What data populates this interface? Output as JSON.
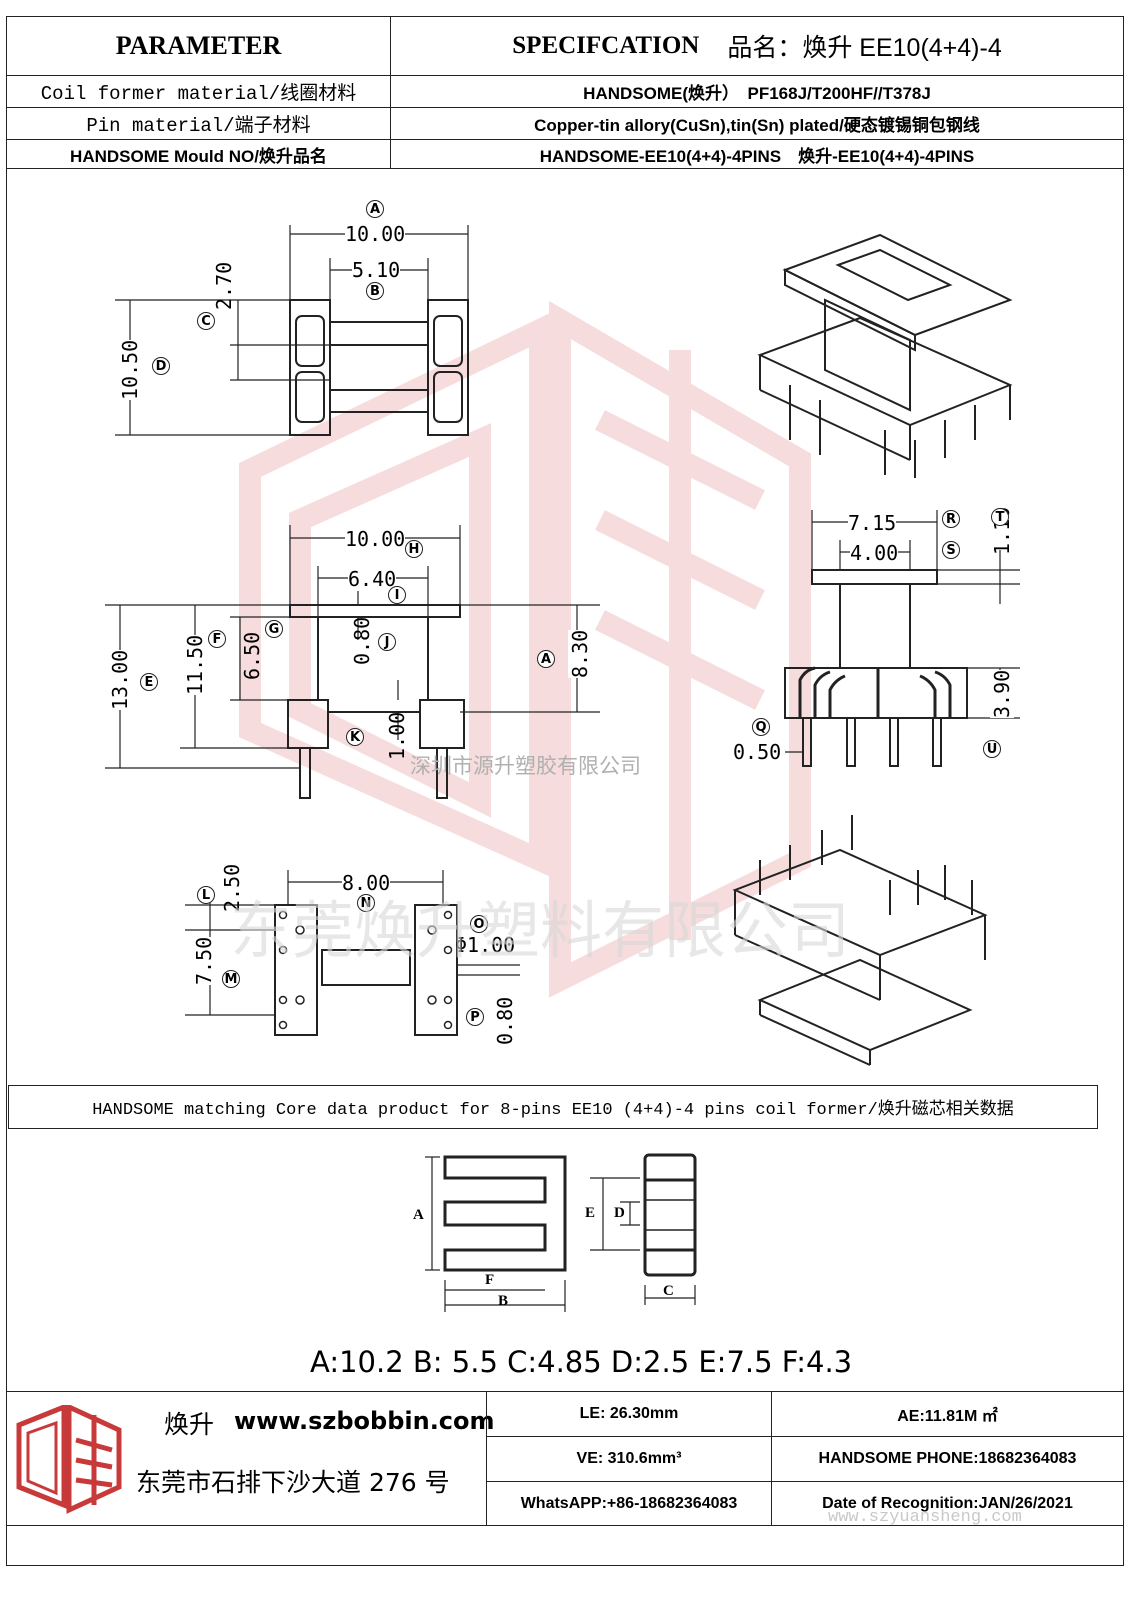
{
  "header": {
    "parameter": "PARAMETER",
    "specification": "SPECIFCATION",
    "product_name_label": "品名：",
    "product_name": "焕升 EE10(4+4)-4"
  },
  "rows": [
    {
      "label": "Coil former material/线圈材料",
      "value": "HANDSOME(焕升）　PF168J/T200HF//T378J"
    },
    {
      "label": "Pin material/端子材料",
      "value": "Copper-tin allory(CuSn),tin(Sn) plated/硬态镀锡铜包钢线"
    },
    {
      "label": "HANDSOME Mould NO/焕升品名",
      "value": "HANDSOME-EE10(4+4)-4PINS　焕升-EE10(4+4)-4PINS"
    }
  ],
  "drawing": {
    "top_view": {
      "A": "10.00",
      "B": "5.10",
      "C": "2.70",
      "D": "10.50"
    },
    "side_view": {
      "H": "10.00",
      "I": "6.40",
      "E": "13.00",
      "F": "11.50",
      "G": "6.50",
      "J": "0.80",
      "A": "8.30",
      "K": "1.00"
    },
    "end_view": {
      "R": "7.15",
      "S": "4.00",
      "T": "1.10",
      "U": "3.90",
      "Q": "0.50"
    },
    "bottom_view": {
      "N": "8.00",
      "L": "2.50",
      "M": "7.50",
      "O": "1.00",
      "P": "0.80",
      "O_prefix": "Φ"
    },
    "letters": [
      "A",
      "B",
      "C",
      "D",
      "E",
      "F",
      "G",
      "H",
      "I",
      "J",
      "K",
      "L",
      "M",
      "N",
      "O",
      "P",
      "Q",
      "R",
      "S",
      "T",
      "U"
    ]
  },
  "watermark": {
    "company_small": "深圳市源升塑胶有限公司",
    "company_large": "东莞焕升塑料有限公司",
    "site": "www.szyuansheng.com"
  },
  "core_section": {
    "title": "HANDSOME matching Core data  product for 8-pins EE10 (4+4)-4 pins coil former/焕升磁芯相关数据",
    "labels": [
      "A",
      "B",
      "C",
      "D",
      "E",
      "F"
    ],
    "dimensions": "A:10.2 B: 5.5 C:4.85 D:2.5 E:7.5 F:4.3"
  },
  "footer": {
    "brand": "焕升",
    "website": "www.szbobbin.com",
    "address": "东莞市石排下沙大道 276 号",
    "le": "LE: 26.30mm",
    "ae": "AE:11.81M ㎡",
    "ve": "VE: 310.6mm³",
    "phone": "HANDSOME PHONE:18682364083",
    "whatsapp": "WhatsAPP:+86-18682364083",
    "date": "Date of Recognition:JAN/26/2021"
  },
  "colors": {
    "line": "#222222",
    "watermark": "#e8a8a8",
    "logo": "#c83a3a"
  }
}
